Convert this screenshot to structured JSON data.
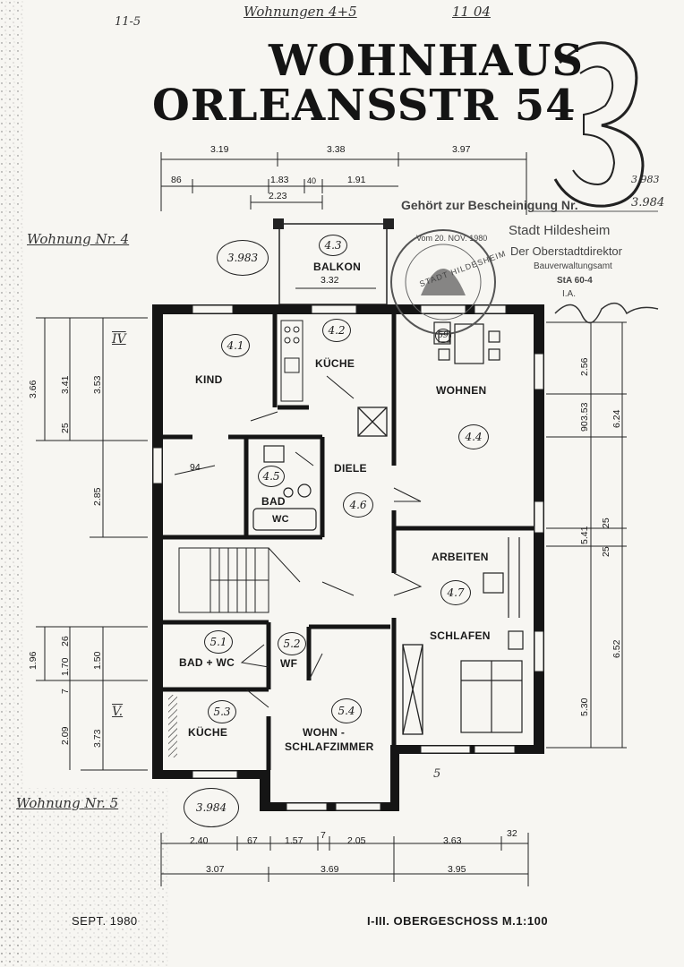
{
  "header": {
    "title_line1": "WOHNHAUS",
    "title_line2": "ORLEANSSTR 54",
    "big_number": "3",
    "top_note_left": "11-5",
    "top_note_center": "Wohnungen 4+5",
    "top_note_right": "11 04"
  },
  "apartments": {
    "upper_label": "Wohnung Nr. 4",
    "upper_number": "3.983",
    "lower_label": "Wohnung Nr. 5",
    "lower_number": "3.984",
    "roman_upper": "IV",
    "roman_lower": "V."
  },
  "stamp": {
    "line1": "Gehört zur Bescheinigung Nr.",
    "line2": "Stadt Hildesheim",
    "line3": "Der Oberstadtdirektor",
    "line4": "Bauverwaltungsamt",
    "line5": "StA 60-4",
    "line6": "I.A.",
    "date": "Vom 20. NOV. 1980",
    "seal_text": "STADT HILDESHEIM",
    "cert_a": "3.983",
    "cert_b": "3.984"
  },
  "rooms": {
    "r41": {
      "num": "4.1",
      "label": "KIND"
    },
    "r42": {
      "num": "4.2",
      "label": "KÜCHE"
    },
    "r43": {
      "num": "4.3",
      "label": "BALKON",
      "width": "3.32"
    },
    "r44": {
      "num": "4.4",
      "label": "WOHNEN"
    },
    "r45": {
      "num": "4.5",
      "label": "BAD"
    },
    "r46": {
      "num": "4.6",
      "label": "DIELE"
    },
    "r47": {
      "num": "4.7",
      "label_a": "ARBEITEN",
      "label_b": "SCHLAFEN"
    },
    "r51": {
      "num": "5.1",
      "label": "BAD + WC"
    },
    "r52": {
      "num": "5.2",
      "label": "WF"
    },
    "r53": {
      "num": "5.3",
      "label": "KÜCHE"
    },
    "r54": {
      "num": "5.4",
      "label_a": "WOHN -",
      "label_b": "SCHLAFZIMMER"
    },
    "wc": "WC",
    "table_num": "59"
  },
  "dimensions": {
    "top_row": [
      "3.19",
      "3.38",
      "3.97"
    ],
    "top_sub": [
      "86",
      "1.83",
      "40",
      "1.91",
      "2.23"
    ],
    "bottom_row1": [
      "2.40",
      "67",
      "1.57",
      "7",
      "2.05",
      "3.63",
      "32"
    ],
    "bottom_row2": [
      "3.07",
      "3.69",
      "3.95"
    ],
    "left": [
      "3.66",
      "3.41",
      "3.53",
      "25",
      "2.85",
      "94",
      "1.96",
      "26",
      "1.70",
      "1.50",
      "7",
      "2.09",
      "3.73"
    ],
    "right": [
      "2.56",
      "3.53",
      "90",
      "6.24",
      "5.41",
      "25",
      "25",
      "6.52",
      "5.30"
    ],
    "misc": "5"
  },
  "footer": {
    "date": "SEPT. 1980",
    "sheet": "I-III. OBERGESCHOSS  M.1:100"
  }
}
